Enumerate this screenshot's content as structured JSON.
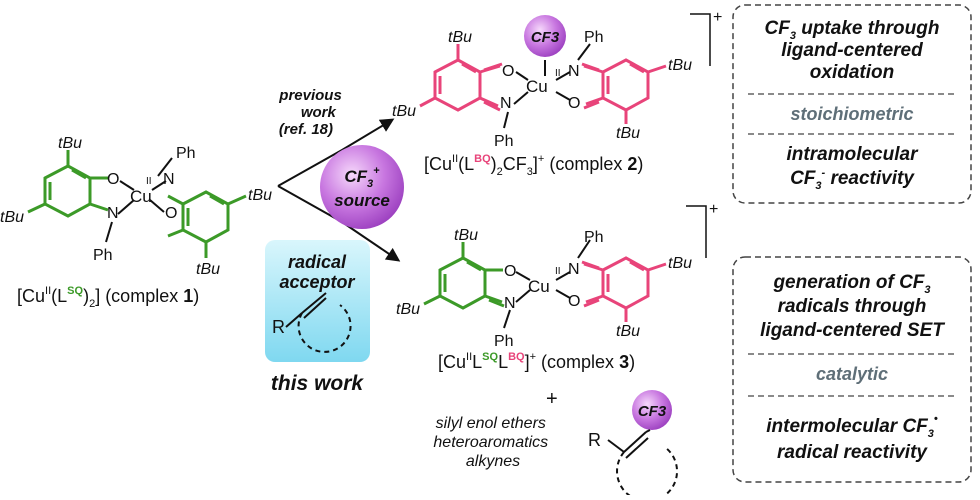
{
  "colors": {
    "green": "#3c9a28",
    "pink": "#e8447a",
    "purple": "#b45ad0",
    "cyan": "#8fe0f4",
    "slate": "#5f6f78",
    "dash": "#444444"
  },
  "complex1": {
    "labels": {
      "tbu_top": "tBu",
      "tbu_left": "tBu",
      "tbu_right": "tBu",
      "tbu_bottom": "tBu",
      "ph_top": "Ph",
      "ph_bottom": "Ph",
      "o1": "O",
      "o2": "O",
      "n1": "N",
      "n2": "N",
      "cu": "Cu",
      "cu_ox": "II"
    },
    "caption": {
      "pre": "[Cu",
      "ox": "II",
      "mid1": "(L",
      "lig": "SQ",
      "mid2": ")",
      "sub": "2",
      "end": "] (complex ",
      "num": "1",
      "close": ")"
    }
  },
  "complex2": {
    "cf3": "CF3",
    "labels": {
      "tbu_top": "tBu",
      "tbu_left": "tBu",
      "tbu_right": "tBu",
      "tbu_bottom": "tBu",
      "ph_top": "Ph",
      "ph_bottom": "Ph",
      "o1": "O",
      "o2": "O",
      "n1": "N",
      "n2": "N",
      "cu": "Cu",
      "cu_ox": "II"
    },
    "caption": {
      "pre": "[Cu",
      "ox": "II",
      "mid1": "(L",
      "lig": "BQ",
      "mid2": ")",
      "sub": "2",
      "mid3": "CF",
      "sub2": "3",
      "end": "]",
      "charge": "+",
      "tail": " (complex ",
      "num": "2",
      "close": ")"
    },
    "charge": "+"
  },
  "complex3": {
    "labels": {
      "tbu_top": "tBu",
      "tbu_left": "tBu",
      "tbu_right": "tBu",
      "tbu_bottom": "tBu",
      "ph_top": "Ph",
      "ph_bottom": "Ph",
      "o1": "O",
      "o2": "O",
      "n1": "N",
      "n2": "N",
      "cu": "Cu",
      "cu_ox": "II"
    },
    "caption": {
      "pre": "[Cu",
      "ox": "II",
      "l1": "L",
      "lig1": "SQ",
      "l2": "L",
      "lig2": "BQ",
      "end": "]",
      "charge": "+",
      "tail": " (complex ",
      "num": "3",
      "close": ")"
    },
    "charge": "+"
  },
  "arrows": {
    "previous_work_1": "previous",
    "previous_work_2": "work",
    "previous_work_3": "(ref. 18)"
  },
  "source": {
    "line1": "CF",
    "sub": "3",
    "sup": "+",
    "line2": "source"
  },
  "radical_acceptor": {
    "line1": "radical",
    "line2": "acceptor",
    "r": "R"
  },
  "this_work": "this work",
  "plus": "+",
  "substrates": [
    "silyl enol ethers",
    "heteroaromatics",
    "alkynes"
  ],
  "product": {
    "r": "R",
    "cf3": "CF3"
  },
  "box_top": {
    "title_pre": "CF",
    "title_sub": "3",
    "title_post": " uptake through",
    "title_line2": "ligand-centered",
    "title_line3": "oxidation",
    "middle": "stoichiometric",
    "bottom_line1": "intramolecular",
    "bottom_pre": "CF",
    "bottom_sub": "3",
    "bottom_sup": "-",
    "bottom_post": " reactivity"
  },
  "box_bottom": {
    "title_line1_pre": "generation of CF",
    "title_line1_sub": "3",
    "title_line2": "radicals through",
    "title_line3": "ligand-centered SET",
    "middle": "catalytic",
    "bottom_line1_pre": "intermolecular CF",
    "bottom_line1_sub": "3",
    "bottom_line1_sup": "•",
    "bottom_line2": "radical reactivity"
  }
}
